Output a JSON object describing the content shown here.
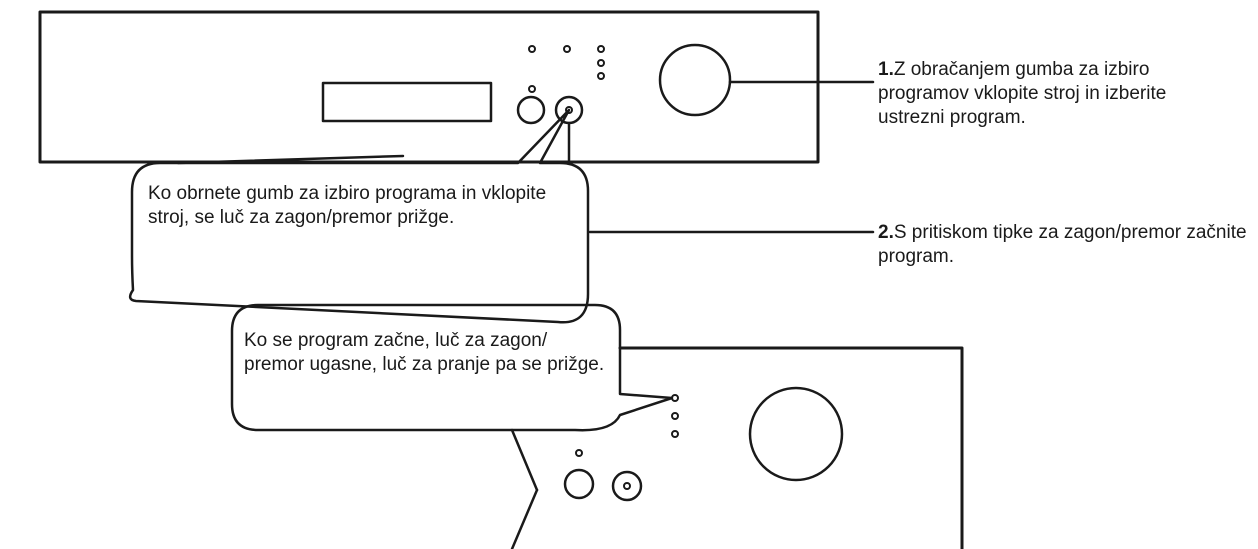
{
  "steps": [
    {
      "number": "1.",
      "text": "Z obračanjem gumba za izbiro programov vklopite stroj in izberite ustrezni program."
    },
    {
      "number": "2.",
      "text": "S pritiskom tipke za zagon/premor začnite program."
    }
  ],
  "callouts": {
    "power_on": "Ko obrnete gumb za izbiro programa in vklopite stroj, se luč za zagon/premor prižge.",
    "program_start": "Ko se program začne, luč za zagon/ premor ugasne, luč za pranje pa se prižge."
  },
  "colors": {
    "stroke": "#1a1a1a",
    "background": "#ffffff"
  }
}
